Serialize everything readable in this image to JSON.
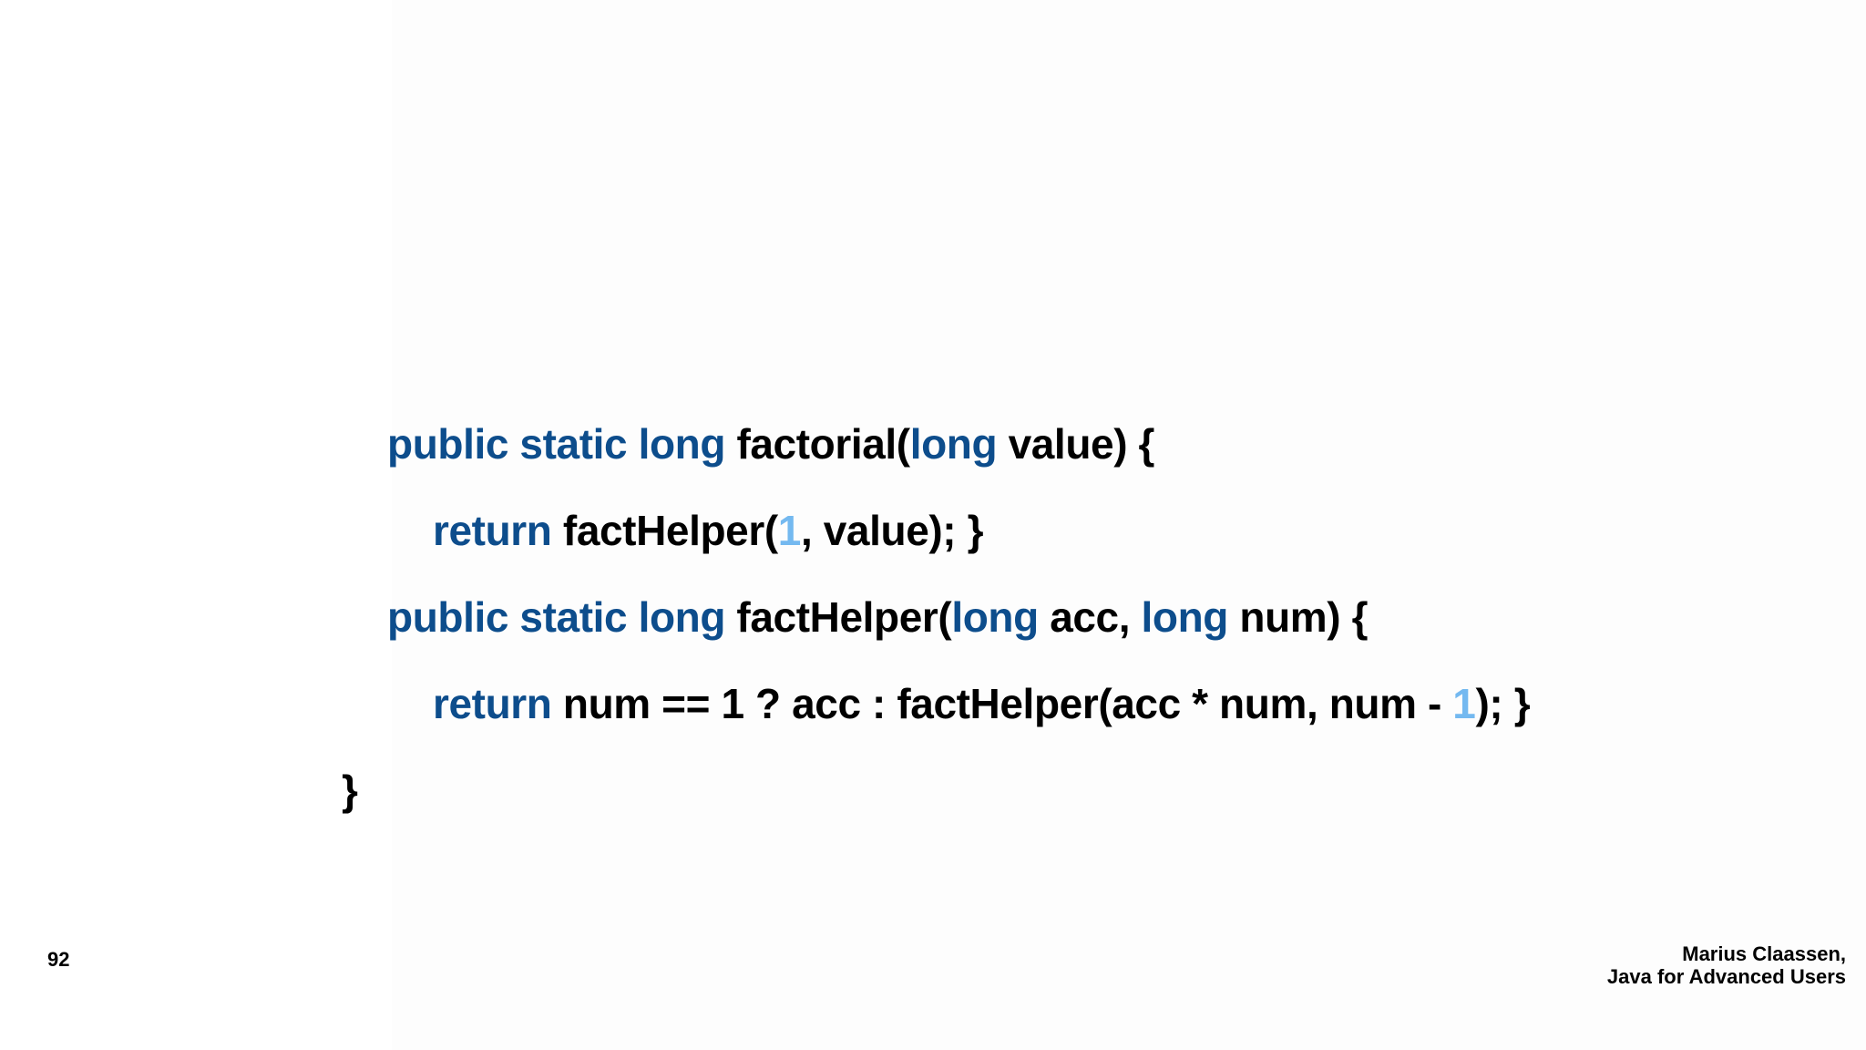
{
  "slide": {
    "page_number": "92",
    "background_color": "#ffffff",
    "panel_color": "#fdfdfd"
  },
  "colors": {
    "keyword_blue": "#0d4d8c",
    "literal_blue": "#74b9f0",
    "text_black": "#000000"
  },
  "code": {
    "language": "java",
    "lines": [
      {
        "indent": 0,
        "tokens": [
          {
            "text": "public static long ",
            "kind": "keyword"
          },
          {
            "text": "factorial(",
            "kind": "text"
          },
          {
            "text": "long",
            "kind": "keyword"
          },
          {
            "text": " value) {",
            "kind": "text"
          }
        ]
      },
      {
        "indent": 1,
        "tokens": [
          {
            "text": "return",
            "kind": "keyword"
          },
          {
            "text": " factHelper(",
            "kind": "text"
          },
          {
            "text": "1",
            "kind": "literal"
          },
          {
            "text": ", value); }",
            "kind": "text"
          }
        ]
      },
      {
        "indent": 0,
        "tokens": [
          {
            "text": "public static long",
            "kind": "keyword"
          },
          {
            "text": " factHelper(",
            "kind": "text"
          },
          {
            "text": "long",
            "kind": "keyword"
          },
          {
            "text": " acc, ",
            "kind": "text"
          },
          {
            "text": "long",
            "kind": "keyword"
          },
          {
            "text": " num) {",
            "kind": "text"
          }
        ]
      },
      {
        "indent": 1,
        "tokens": [
          {
            "text": "return",
            "kind": "keyword"
          },
          {
            "text": " num == 1 ? acc : factHelper(acc * num, num - ",
            "kind": "text"
          },
          {
            "text": "1",
            "kind": "literal"
          },
          {
            "text": "); }",
            "kind": "text"
          }
        ]
      },
      {
        "indent": -1,
        "tokens": [
          {
            "text": "}",
            "kind": "text"
          }
        ]
      }
    ],
    "plain_text": "public static long factorial(long value) {\n    return factHelper(1, value); }\npublic static long factHelper(long acc, long num) {\n    return num == 1 ? acc : factHelper(acc * num, num - 1); }\n}"
  },
  "footer": {
    "author": "Marius Claassen,",
    "course": "Java for Advanced Users"
  }
}
